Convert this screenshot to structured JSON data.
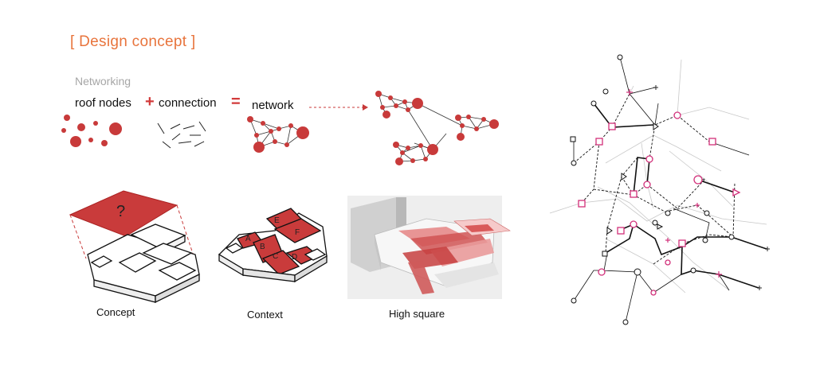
{
  "header": {
    "title": "[ Design concept ]",
    "subtitle": "Networking"
  },
  "equation": {
    "term1": "roof nodes",
    "op1": "+",
    "term2": "connection",
    "op2": "=",
    "result": "network"
  },
  "models": {
    "concept": {
      "caption": "Concept",
      "mark": "?"
    },
    "context": {
      "caption": "Context",
      "labels": [
        "A",
        "B",
        "C",
        "D",
        "E",
        "F"
      ]
    },
    "high_square": {
      "caption": "High square"
    }
  },
  "colors": {
    "accent": "#e8743c",
    "red": "#c83a3a",
    "magenta": "#d2307a"
  }
}
